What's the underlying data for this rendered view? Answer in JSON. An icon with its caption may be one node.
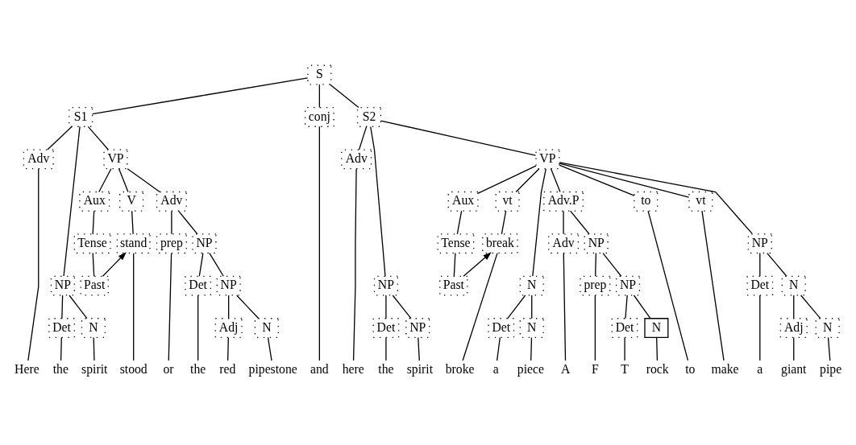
{
  "diagram": {
    "nodes": [
      {
        "text": [
          "S"
        ]
      },
      {
        "text": [
          "S1"
        ]
      },
      {
        "text": [
          "conj"
        ]
      },
      {
        "text": [
          "S2"
        ]
      },
      {
        "text": [
          "Adv"
        ]
      },
      {
        "text": [
          "NP"
        ]
      },
      {
        "text": [
          "VP"
        ]
      },
      {
        "text": [
          "Det"
        ]
      },
      {
        "text": [
          "N"
        ]
      },
      {
        "text": [
          "Aux"
        ]
      },
      {
        "text": [
          "V"
        ]
      },
      {
        "text": [
          "Adv"
        ]
      },
      {
        "text": [
          "Tense"
        ]
      },
      {
        "text": [
          "Past"
        ]
      },
      {
        "text": [
          "stand"
        ]
      },
      {
        "text": [
          "prep"
        ]
      },
      {
        "text": [
          "NP"
        ]
      },
      {
        "text": [
          "Det"
        ]
      },
      {
        "text": [
          "NP"
        ]
      },
      {
        "text": [
          "Adj"
        ]
      },
      {
        "text": [
          "N"
        ]
      },
      {
        "text": [
          "Adv"
        ]
      },
      {
        "text": [
          "NP"
        ]
      },
      {
        "text": [
          "VP"
        ]
      },
      {
        "text": [
          "Det"
        ]
      },
      {
        "text": [
          "NP"
        ]
      },
      {
        "text": [
          "Aux"
        ]
      },
      {
        "text": [
          "vt"
        ]
      },
      {
        "text": [
          "N"
        ]
      },
      {
        "text": [
          "Adv.P"
        ]
      },
      {
        "text": [
          "to"
        ]
      },
      {
        "text": [
          "vt"
        ]
      },
      {
        "text": [
          "NP"
        ]
      },
      {
        "text": [
          "Tense"
        ]
      },
      {
        "text": [
          "Past"
        ]
      },
      {
        "text": [
          "break"
        ]
      },
      {
        "text": [
          "Det"
        ]
      },
      {
        "text": [
          "N"
        ]
      },
      {
        "text": [
          "Adv"
        ]
      },
      {
        "text": [
          "NP"
        ]
      },
      {
        "text": [
          "prep"
        ]
      },
      {
        "text": [
          "NP"
        ]
      },
      {
        "text": [
          "Det"
        ]
      },
      {
        "text": [
          "N"
        ]
      },
      {
        "text": [
          "Det"
        ]
      },
      {
        "text": [
          "N"
        ]
      },
      {
        "text": [
          "Adj"
        ]
      },
      {
        "text": [
          "N"
        ]
      },
      {
        "text": [
          "Here"
        ]
      },
      {
        "text": [
          "the"
        ]
      },
      {
        "text": [
          "spirit"
        ]
      },
      {
        "text": [
          "stood"
        ]
      },
      {
        "text": [
          "or"
        ]
      },
      {
        "text": [
          "the"
        ]
      },
      {
        "text": [
          "red"
        ]
      },
      {
        "text": [
          "pipestone"
        ]
      },
      {
        "text": [
          "and"
        ]
      },
      {
        "text": [
          "here"
        ]
      },
      {
        "text": [
          "the"
        ]
      },
      {
        "text": [
          "spirit"
        ]
      },
      {
        "text": [
          "broke"
        ]
      },
      {
        "text": [
          "a"
        ]
      },
      {
        "text": [
          "piece"
        ]
      },
      {
        "text": [
          "A"
        ]
      },
      {
        "text": [
          "F"
        ]
      },
      {
        "text": [
          "T"
        ]
      },
      {
        "text": [
          "rock"
        ]
      },
      {
        "text": [
          "to"
        ]
      },
      {
        "text": [
          "make"
        ]
      },
      {
        "text": [
          "a"
        ]
      },
      {
        "text": [
          "giant"
        ]
      },
      {
        "text": [
          "pipe"
        ]
      }
    ],
    "edges": [
      {
        "from": 0,
        "to": 1,
        "arrow": "none"
      },
      {
        "from": 0,
        "to": 2,
        "arrow": "none"
      },
      {
        "from": 0,
        "to": 3,
        "arrow": "none"
      },
      {
        "from": 1,
        "to": 4,
        "arrow": "none"
      },
      {
        "from": 1,
        "to": 5,
        "arrow": "none"
      },
      {
        "from": 1,
        "to": 6,
        "arrow": "none"
      },
      {
        "from": 5,
        "to": 7,
        "arrow": "none"
      },
      {
        "from": 5,
        "to": 8,
        "arrow": "none"
      },
      {
        "from": 6,
        "to": 9,
        "arrow": "none"
      },
      {
        "from": 6,
        "to": 10,
        "arrow": "none"
      },
      {
        "from": 6,
        "to": 11,
        "arrow": "none"
      },
      {
        "from": 9,
        "to": 12,
        "arrow": "none"
      },
      {
        "from": 12,
        "to": 13,
        "arrow": "none"
      },
      {
        "from": 10,
        "to": 14,
        "arrow": "none"
      },
      {
        "from": 13,
        "to": 14,
        "arrow": "to"
      },
      {
        "from": 11,
        "to": 15,
        "arrow": "none"
      },
      {
        "from": 11,
        "to": 16,
        "arrow": "none"
      },
      {
        "from": 16,
        "to": 17,
        "arrow": "none"
      },
      {
        "from": 16,
        "to": 18,
        "arrow": "none"
      },
      {
        "from": 18,
        "to": 19,
        "arrow": "none"
      },
      {
        "from": 18,
        "to": 20,
        "arrow": "none"
      },
      {
        "from": 3,
        "to": 21,
        "arrow": "none"
      },
      {
        "from": 3,
        "to": 22,
        "arrow": "none"
      },
      {
        "from": 3,
        "to": 23,
        "arrow": "none"
      },
      {
        "from": 22,
        "to": 24,
        "arrow": "none"
      },
      {
        "from": 22,
        "to": 25,
        "arrow": "none"
      },
      {
        "from": 23,
        "to": 26,
        "arrow": "none"
      },
      {
        "from": 23,
        "to": 27,
        "arrow": "none"
      },
      {
        "from": 23,
        "to": 28,
        "arrow": "none"
      },
      {
        "from": 23,
        "to": 29,
        "arrow": "none"
      },
      {
        "from": 23,
        "to": 30,
        "arrow": "none"
      },
      {
        "from": 23,
        "to": 31,
        "arrow": "none"
      },
      {
        "from": 23,
        "to": 32,
        "arrow": "none"
      },
      {
        "from": 26,
        "to": 33,
        "arrow": "none"
      },
      {
        "from": 33,
        "to": 34,
        "arrow": "none"
      },
      {
        "from": 27,
        "to": 35,
        "arrow": "none"
      },
      {
        "from": 34,
        "to": 35,
        "arrow": "to"
      },
      {
        "from": 28,
        "to": 36,
        "arrow": "none"
      },
      {
        "from": 28,
        "to": 37,
        "arrow": "none"
      },
      {
        "from": 29,
        "to": 38,
        "arrow": "none"
      },
      {
        "from": 29,
        "to": 39,
        "arrow": "none"
      },
      {
        "from": 39,
        "to": 40,
        "arrow": "none"
      },
      {
        "from": 39,
        "to": 41,
        "arrow": "none"
      },
      {
        "from": 41,
        "to": 42,
        "arrow": "none"
      },
      {
        "from": 41,
        "to": 43,
        "arrow": "none"
      },
      {
        "from": 32,
        "to": 44,
        "arrow": "none"
      },
      {
        "from": 32,
        "to": 45,
        "arrow": "none"
      },
      {
        "from": 45,
        "to": 46,
        "arrow": "none"
      },
      {
        "from": 45,
        "to": 47,
        "arrow": "none"
      },
      {
        "from": 4,
        "to": 48,
        "arrow": "none"
      },
      {
        "from": 7,
        "to": 49,
        "arrow": "none"
      },
      {
        "from": 8,
        "to": 50,
        "arrow": "none"
      },
      {
        "from": 14,
        "to": 51,
        "arrow": "none"
      },
      {
        "from": 15,
        "to": 52,
        "arrow": "none"
      },
      {
        "from": 17,
        "to": 53,
        "arrow": "none"
      },
      {
        "from": 19,
        "to": 54,
        "arrow": "none"
      },
      {
        "from": 20,
        "to": 55,
        "arrow": "none"
      },
      {
        "from": 2,
        "to": 56,
        "arrow": "none"
      },
      {
        "from": 21,
        "to": 57,
        "arrow": "none"
      },
      {
        "from": 24,
        "to": 58,
        "arrow": "none"
      },
      {
        "from": 25,
        "to": 59,
        "arrow": "none"
      },
      {
        "from": 35,
        "to": 60,
        "arrow": "none"
      },
      {
        "from": 36,
        "to": 61,
        "arrow": "none"
      },
      {
        "from": 37,
        "to": 62,
        "arrow": "none"
      },
      {
        "from": 38,
        "to": 63,
        "arrow": "none"
      },
      {
        "from": 40,
        "to": 64,
        "arrow": "none"
      },
      {
        "from": 42,
        "to": 65,
        "arrow": "none"
      },
      {
        "from": 43,
        "to": 66,
        "arrow": "none"
      },
      {
        "from": 30,
        "to": 67,
        "arrow": "none"
      },
      {
        "from": 31,
        "to": 68,
        "arrow": "none"
      },
      {
        "from": 44,
        "to": 69,
        "arrow": "none"
      },
      {
        "from": 46,
        "to": 70,
        "arrow": "none"
      },
      {
        "from": 47,
        "to": 71,
        "arrow": "none"
      }
    ]
  }
}
